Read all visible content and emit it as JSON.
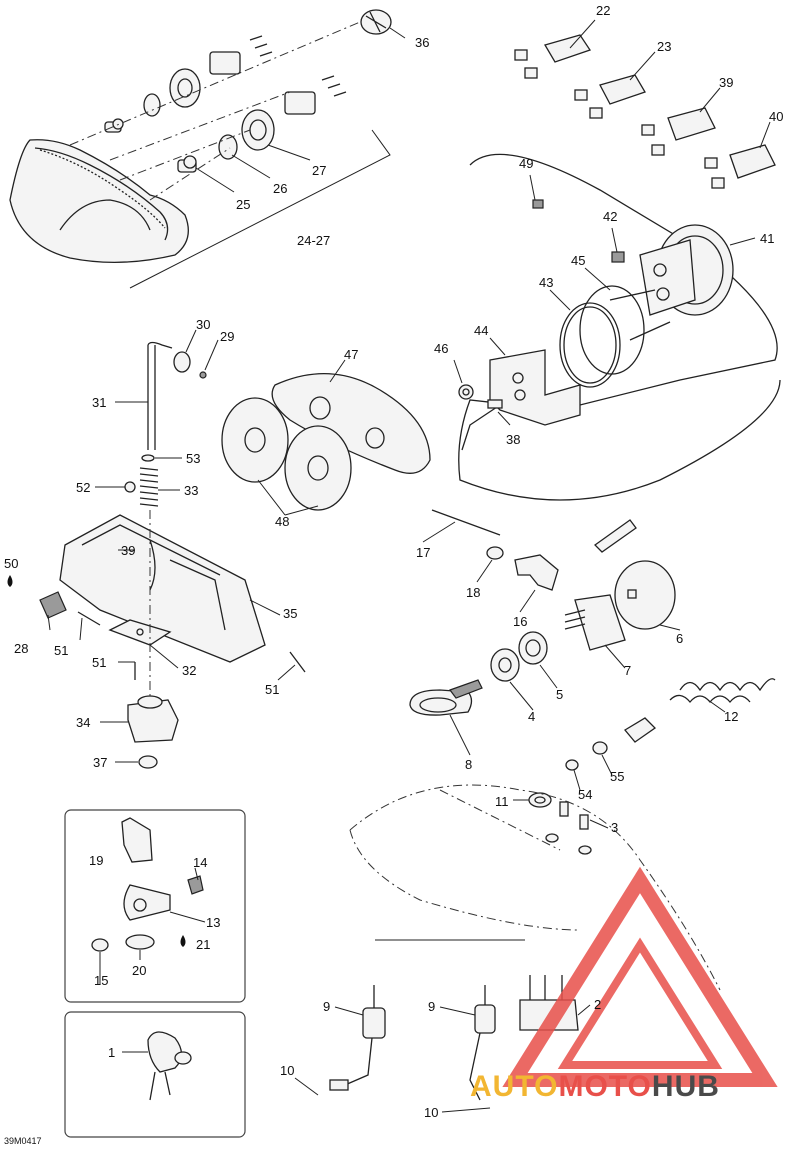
{
  "callouts": {
    "c1": "1",
    "c2": "2",
    "c3": "3",
    "c4": "4",
    "c5": "5",
    "c6": "6",
    "c7": "7",
    "c8": "8",
    "c9a": "9",
    "c9b": "9",
    "c10a": "10",
    "c10b": "10",
    "c11": "11",
    "c12": "12",
    "c13": "13",
    "c14": "14",
    "c15": "15",
    "c16": "16",
    "c17": "17",
    "c18": "18",
    "c19": "19",
    "c20": "20",
    "c21": "21",
    "c22": "22",
    "c23": "23",
    "c24_27": "24-27",
    "c25": "25",
    "c26": "26",
    "c27": "27",
    "c28": "28",
    "c29": "29",
    "c30": "30",
    "c31": "31",
    "c32": "32",
    "c33": "33",
    "c34": "34",
    "c35": "35",
    "c36": "36",
    "c37": "37",
    "c38": "38",
    "c39a": "39",
    "c39b": "39",
    "c40": "40",
    "c41": "41",
    "c42": "42",
    "c43": "43",
    "c44": "44",
    "c45": "45",
    "c46": "46",
    "c47": "47",
    "c48": "48",
    "c49": "49",
    "c50": "50",
    "c51a": "51",
    "c51b": "51",
    "c51c": "51",
    "c52": "52",
    "c53": "53",
    "c54": "54",
    "c55": "55"
  },
  "figure_code": "39M0417",
  "watermark": {
    "text": "AUTOMOTOHUB",
    "colors": {
      "triangle": "#e8504a",
      "auto": "#f2b632",
      "moto": "#e8504a",
      "hub": "#4a4a4a"
    }
  },
  "colors": {
    "line": "#222222",
    "background": "#ffffff"
  }
}
